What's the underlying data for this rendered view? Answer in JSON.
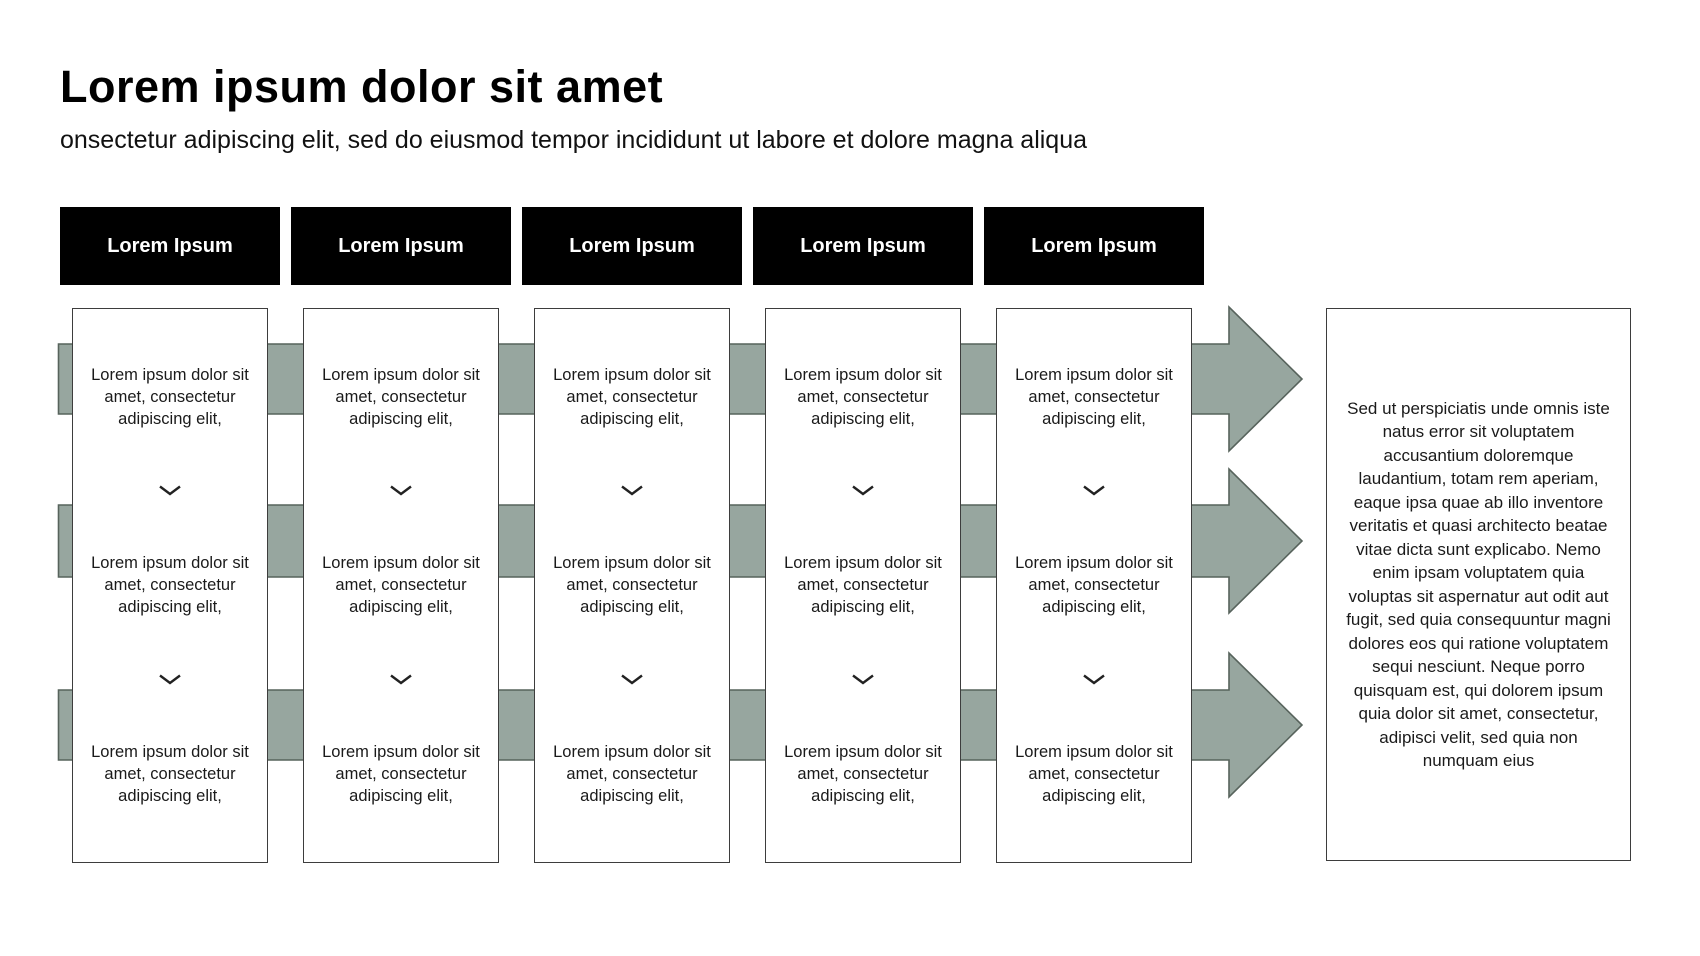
{
  "header": {
    "title": "Lorem ipsum dolor sit amet",
    "subtitle": "onsectetur adipiscing elit, sed do eiusmod tempor incididunt ut labore et dolore magna aliqua"
  },
  "columns": [
    {
      "header": "Lorem Ipsum",
      "steps": [
        "Lorem ipsum dolor sit amet, consectetur adipiscing elit,",
        "Lorem ipsum dolor sit amet, consectetur adipiscing elit,",
        "Lorem ipsum dolor sit amet, consectetur adipiscing elit,"
      ]
    },
    {
      "header": "Lorem Ipsum",
      "steps": [
        "Lorem ipsum dolor sit amet, consectetur adipiscing elit,",
        "Lorem ipsum dolor sit amet, consectetur adipiscing elit,",
        "Lorem ipsum dolor sit amet, consectetur adipiscing elit,"
      ]
    },
    {
      "header": "Lorem Ipsum",
      "steps": [
        "Lorem ipsum dolor sit amet, consectetur adipiscing elit,",
        "Lorem ipsum dolor sit amet, consectetur adipiscing elit,",
        "Lorem ipsum dolor sit amet, consectetur adipiscing elit,"
      ]
    },
    {
      "header": "Lorem Ipsum",
      "steps": [
        "Lorem ipsum dolor sit amet, consectetur adipiscing elit,",
        "Lorem ipsum dolor sit amet, consectetur adipiscing elit,",
        "Lorem ipsum dolor sit amet, consectetur adipiscing elit,"
      ]
    },
    {
      "header": "Lorem Ipsum",
      "steps": [
        "Lorem ipsum dolor sit amet, consectetur adipiscing elit,",
        "Lorem ipsum dolor sit amet, consectetur adipiscing elit,",
        "Lorem ipsum dolor sit amet, consectetur adipiscing elit,"
      ]
    }
  ],
  "summary": {
    "text": "Sed ut perspiciatis unde omnis iste natus error sit voluptatem accusantium doloremque laudantium, totam rem aperiam, eaque ipsa quae ab illo inventore veritatis et quasi architecto beatae vitae dicta sunt explicabo. Nemo enim ipsam voluptatem quia voluptas sit aspernatur aut odit aut fugit, sed quia consequuntur magni dolores eos qui ratione voluptatem sequi nesciunt. Neque porro quisquam est, qui dolorem ipsum quia dolor sit amet, consectetur, adipisci velit, sed quia non numquam eius"
  },
  "icons": {
    "step_separator": "chevron-down",
    "flow_direction": "arrow-right"
  },
  "colors": {
    "background": "#ffffff",
    "header_bg": "#000000",
    "header_text": "#ffffff",
    "arrow_fill": "#97a69f",
    "arrow_stroke": "#57635c",
    "box_border": "#3d3d3d",
    "body_text": "#1a1a1a"
  }
}
